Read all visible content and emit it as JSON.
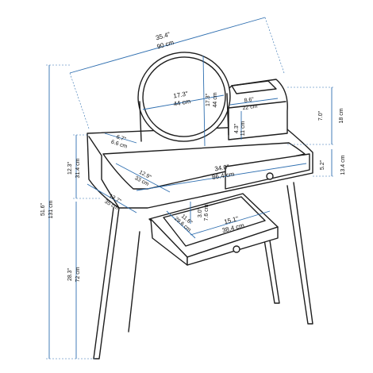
{
  "colors": {
    "dimension_line": "#2f6fb0",
    "outline": "#1d1d1d",
    "background": "#ffffff"
  },
  "dimensions": {
    "total_width_in": "35.4\"",
    "total_width_cm": "90 cm",
    "mirror_width_in": "17.3\"",
    "mirror_width_cm": "44 cm",
    "mirror_height_in": "17.3\"",
    "mirror_height_cm": "44 cm",
    "shelf_width_in": "8.6\"",
    "shelf_width_cm": "22 cm",
    "shelf_height_in": "7.0\"",
    "shelf_height_cm": "18 cm",
    "shelf_gap_in": "4.3\"",
    "shelf_gap_cm": "11 cm",
    "top_drawer_height_in": "5.2\"",
    "top_drawer_height_cm": "13.4 cm",
    "side_small_in": "6.7\"",
    "side_small_cm": "6.6 cm",
    "desk_width_in": "34.0\"",
    "desk_width_cm": "86.4 cm",
    "desk_depth_inner_in": "12.9\"",
    "desk_depth_inner_cm": "33 cm",
    "desk_depth_in": "13.7\"",
    "desk_depth_cm": "35 cm",
    "frame_height_in": "12.3\"",
    "frame_height_cm": "31.4 cm",
    "total_height_in": "51.6\"",
    "total_height_cm": "131 cm",
    "leg_height_in": "28.3\"",
    "leg_height_cm": "72 cm",
    "drawer_depth_in": "11.6\"",
    "drawer_depth_cm": "29.6 cm",
    "drawer_height_in": "3.0\"",
    "drawer_height_cm": "7.6 cm",
    "drawer_width_in": "15.1\"",
    "drawer_width_cm": "38.4 cm"
  }
}
